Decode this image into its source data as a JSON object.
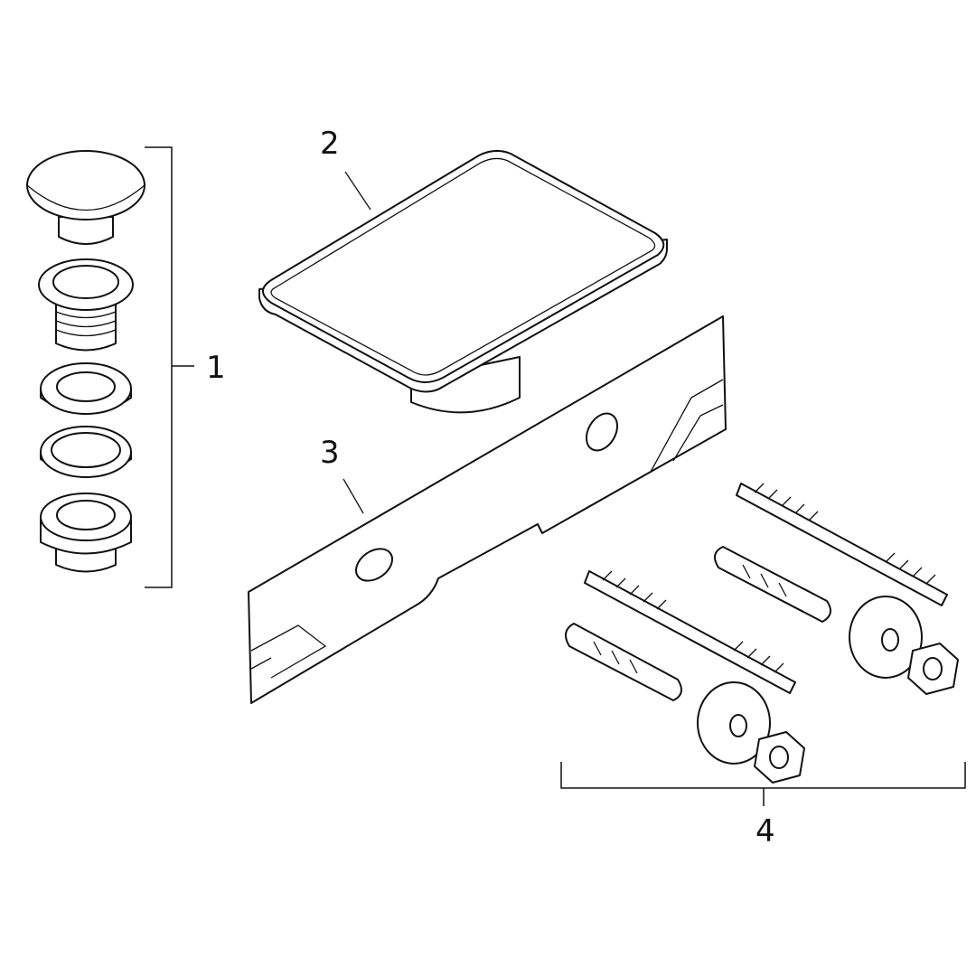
{
  "callouts": {
    "part1": "1",
    "part2": "2",
    "part3": "3",
    "part4": "4"
  },
  "colors": {
    "line": "#111111",
    "background": "#ffffff"
  }
}
